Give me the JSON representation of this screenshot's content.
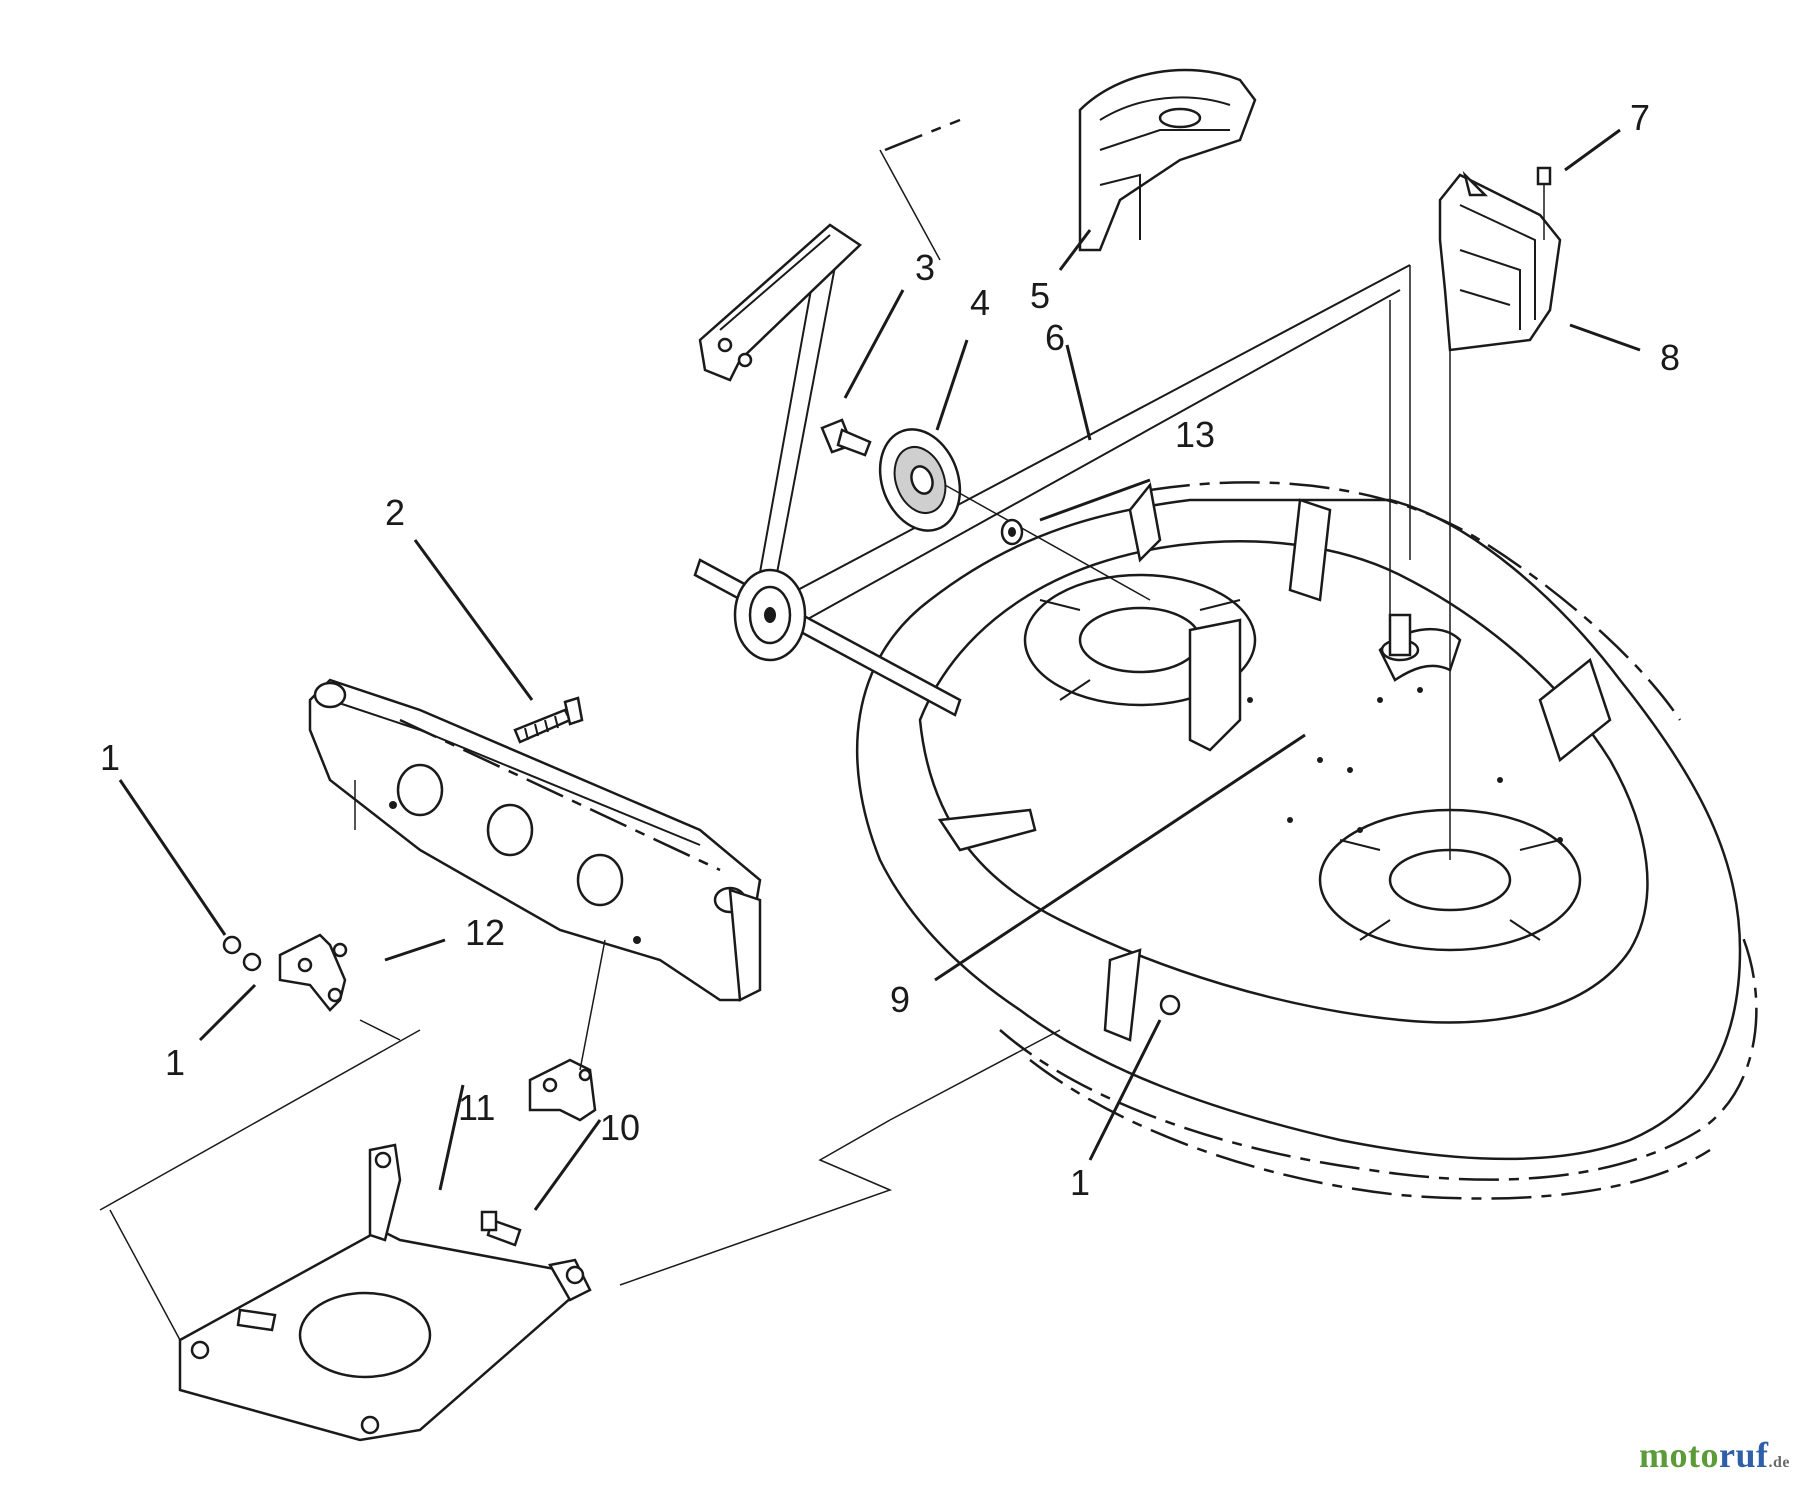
{
  "callouts": [
    {
      "id": "1a",
      "label": "1"
    },
    {
      "id": "1b",
      "label": "1"
    },
    {
      "id": "1c",
      "label": "1"
    },
    {
      "id": "2",
      "label": "2"
    },
    {
      "id": "3",
      "label": "3"
    },
    {
      "id": "4",
      "label": "4"
    },
    {
      "id": "5",
      "label": "5"
    },
    {
      "id": "6",
      "label": "6"
    },
    {
      "id": "7",
      "label": "7"
    },
    {
      "id": "8",
      "label": "8"
    },
    {
      "id": "9",
      "label": "9"
    },
    {
      "id": "10",
      "label": "10"
    },
    {
      "id": "11",
      "label": "11"
    },
    {
      "id": "12",
      "label": "12"
    },
    {
      "id": "13",
      "label": "13"
    }
  ],
  "watermark": {
    "part_a": "moto",
    "part_b": "ruf",
    "part_c": ".de"
  },
  "colors": {
    "line": "#1a1a1a",
    "background": "#ffffff",
    "watermark_green": "#5c9a3a",
    "watermark_blue": "#2f5fa8"
  }
}
